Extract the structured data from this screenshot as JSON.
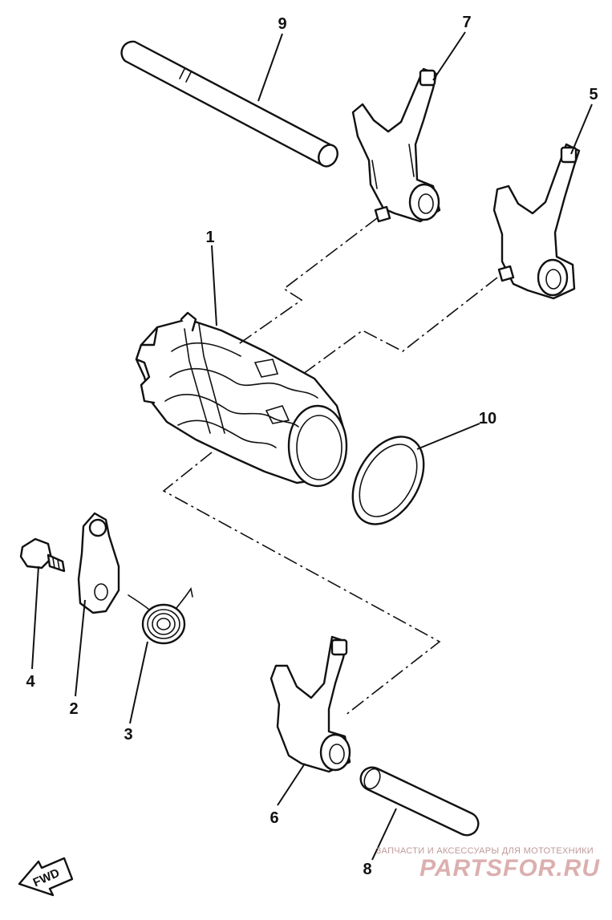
{
  "callouts": {
    "c1": "1",
    "c2": "2",
    "c3": "3",
    "c4": "4",
    "c5": "5",
    "c6": "6",
    "c7": "7",
    "c8": "8",
    "c9": "9",
    "c10": "10"
  },
  "fwd_label": "FWD",
  "watermark": {
    "tagline": "ЗАПЧАСТИ И АКСЕССУАРЫ ДЛЯ МОТОТЕХНИКИ",
    "logo": "PARTSFOR.RU"
  }
}
